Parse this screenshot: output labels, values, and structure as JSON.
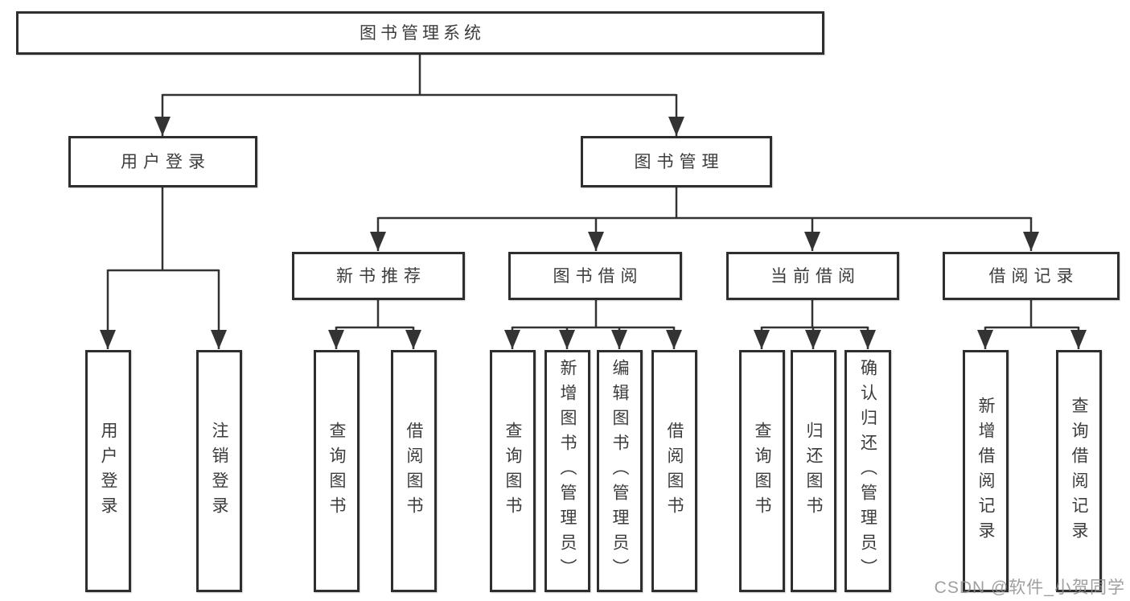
{
  "title": "图书管理系统",
  "watermark": "CSDN @软件_小贺同学",
  "colors": {
    "line": "#333333",
    "box_border": "#2e2e2e",
    "text": "#3c3c3c",
    "watermark": "#8e8e8e",
    "background": "#ffffff"
  },
  "branches": [
    {
      "label": "用户登录",
      "children": [
        {
          "label": "用户登录"
        },
        {
          "label": "注销登录"
        }
      ]
    },
    {
      "label": "图书管理",
      "children": [
        {
          "label": "新书推荐",
          "children": [
            {
              "label": "查询图书"
            },
            {
              "label": "借阅图书"
            }
          ]
        },
        {
          "label": "图书借阅",
          "children": [
            {
              "label": "查询图书"
            },
            {
              "label": "新增图书（管理员）"
            },
            {
              "label": "编辑图书（管理员）"
            },
            {
              "label": "借阅图书"
            }
          ]
        },
        {
          "label": "当前借阅",
          "children": [
            {
              "label": "查询图书"
            },
            {
              "label": "归还图书"
            },
            {
              "label": "确认归还（管理员）"
            }
          ]
        },
        {
          "label": "借阅记录",
          "children": [
            {
              "label": "新增借阅记录"
            },
            {
              "label": "查询借阅记录"
            }
          ]
        }
      ]
    }
  ]
}
